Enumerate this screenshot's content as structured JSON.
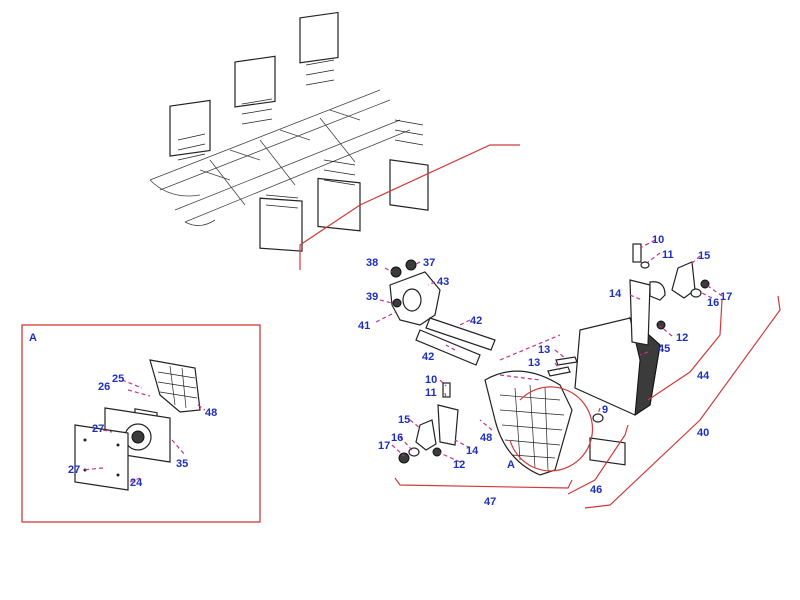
{
  "colors": {
    "callout": "#1c2fbf",
    "leader": "#c8328a",
    "bracket": "#d13a3a",
    "line": "#222222"
  },
  "detail": {
    "label": "A"
  },
  "main_view": {
    "detail_marker": "A"
  },
  "detail_labels": {
    "p25": "25",
    "p26": "26",
    "p27a": "27",
    "p27b": "27",
    "p24": "24",
    "p35": "35",
    "p48": "48"
  },
  "exploded_labels": {
    "p38": "38",
    "p37": "37",
    "p43": "43",
    "p39": "39",
    "p41": "41",
    "p42a": "42",
    "p42b": "42",
    "p10a": "10",
    "p11a": "11",
    "p15a": "15",
    "p14a": "14",
    "p16a": "16",
    "p17a": "17",
    "p12a": "12",
    "p13a": "13",
    "p13b": "13",
    "p45": "45",
    "p44": "44",
    "p9": "9",
    "p10b": "10",
    "p11b": "11",
    "p15b": "15",
    "p48": "48",
    "p17b": "17",
    "p16b": "16",
    "p14b": "14",
    "p12b": "12",
    "p47": "47",
    "p46": "46",
    "p40": "40"
  }
}
